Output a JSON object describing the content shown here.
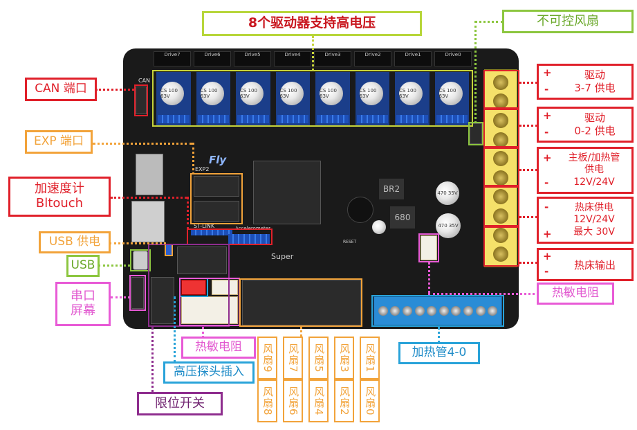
{
  "labels": {
    "drivers": "8个驱动器支持高电压",
    "fan_unctrl": "不可控风扇",
    "can": "CAN 端口",
    "exp": "EXP 端口",
    "accel_l1": "加速度计",
    "accel_l2": "Bltouch",
    "usb_power": "USB 供电",
    "usb": "USB",
    "serial_l1": "串口",
    "serial_l2": "屏幕",
    "therm_left": "热敏电阻",
    "hv_probe": "高压探头插入",
    "limit": "限位开关",
    "heater": "加热管4-0",
    "therm_right": "热敏电阻",
    "p1_l1": "驱动",
    "p1_l2": "3-7 供电",
    "p2_l1": "驱动",
    "p2_l2": "0-2 供电",
    "p3_l1": "主板/加热管",
    "p3_l2": "供电",
    "p3_l3": "12V/24V",
    "p4_l1": "热床供电",
    "p4_l2": "12V/24V",
    "p4_l3": "最大 30V",
    "p5": "热床输出",
    "plus": "+",
    "minus": "-"
  },
  "fans_top": [
    "风扇9",
    "风扇7",
    "风扇5",
    "风扇3",
    "风扇1"
  ],
  "fans_bottom": [
    "风扇8",
    "风扇6",
    "风扇4",
    "风扇2",
    "风扇0"
  ],
  "board": {
    "drivers": [
      "Drive7",
      "Drive6",
      "Drive5",
      "Drive4",
      "Drive3",
      "Drive2",
      "Drive1",
      "Drive0"
    ],
    "cap_text": "CS 100 63V",
    "fly": "Fly",
    "exp2": "EXP2",
    "stlink": "ST-LINK",
    "accel": "Accelerometer",
    "super": "Super",
    "can_silk": "CAN",
    "br2": "BR2",
    "ind680": "680",
    "cap470": "470 35V",
    "reset": "RESET"
  },
  "colors": {
    "red": "#e0202a",
    "orange": "#f2a33a",
    "green": "#8cc63f",
    "pink": "#e85ad6",
    "purple": "#8e2d8e",
    "blue": "#29a3d9",
    "yellow": "#f2d24a"
  }
}
